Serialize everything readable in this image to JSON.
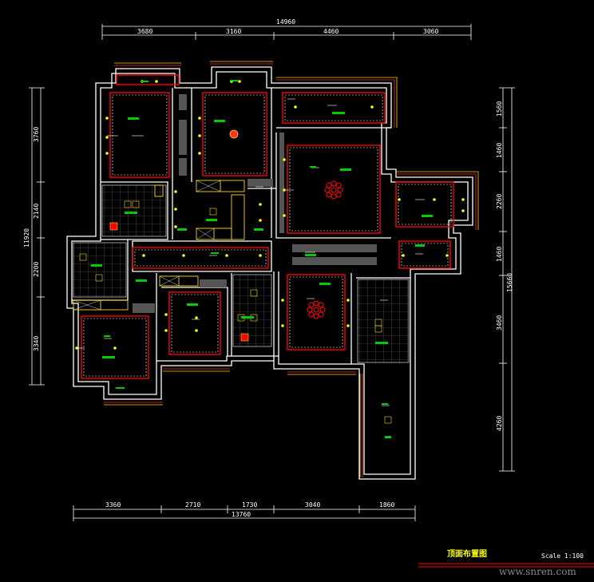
{
  "dims": {
    "top_total": "14960",
    "top": [
      "3680",
      "3160",
      "4460",
      "3060"
    ],
    "left_total": "11920",
    "left": [
      "3760",
      "2140",
      "2200",
      "3340"
    ],
    "right_total": "15660",
    "right": [
      "1560",
      "1460",
      "2260",
      "1460",
      "3460",
      "4260"
    ],
    "bottom": [
      "3360",
      "2710",
      "1730",
      "3040",
      "1860"
    ],
    "bottom_total": "13760"
  },
  "drawing_title": "顶面布置图",
  "scale": "Scale 1:100",
  "watermark": "www.snren.com",
  "colors": {
    "wall": "#ffffff",
    "ceiling": "#ff0000",
    "dimension": "#ffffff",
    "annotation": "#00ff00",
    "fixture": "#ffff00"
  }
}
